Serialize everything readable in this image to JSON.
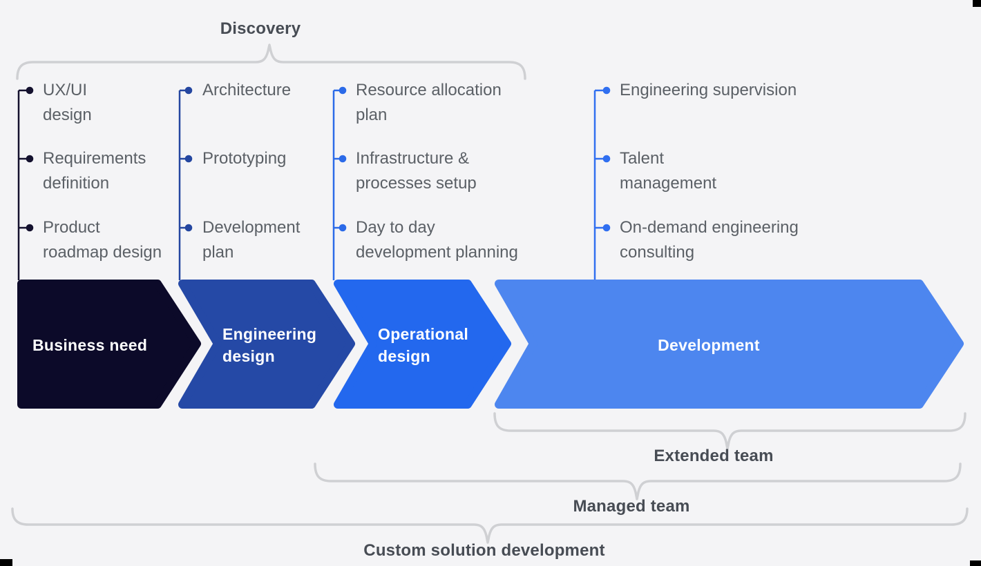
{
  "page": {
    "background": "#f4f4f6",
    "brace_color": "#cfd0d3",
    "item_text_color": "#5b6066",
    "label_text_color": "#474c54",
    "artifact_color": "#000000"
  },
  "discovery_label": "Discovery",
  "columns": [
    {
      "chevron_label": "Business need",
      "chevron_color": "#0c0a29",
      "connector_color": "#14112e",
      "items": [
        "UX/UI\ndesign",
        "Requirements\ndefinition",
        "Product\nroadmap design"
      ]
    },
    {
      "chevron_label": "Engineering\ndesign",
      "chevron_color": "#2549a6",
      "connector_color": "#2446a0",
      "items": [
        "Architecture",
        "Prototyping",
        "Development\nplan"
      ]
    },
    {
      "chevron_label": "Operational\ndesign",
      "chevron_color": "#2368ee",
      "connector_color": "#2b6ae8",
      "items": [
        "Resource allocation\nplan",
        "Infrastructure &\nprocesses setup",
        "Day to day\ndevelopment planning"
      ]
    },
    {
      "chevron_label": "Development",
      "chevron_color": "#4d86ef",
      "connector_color": "#306ff0",
      "items": [
        "Engineering supervision",
        "Talent\nmanagement",
        "On-demand engineering\nconsulting"
      ]
    }
  ],
  "bottom_braces": [
    {
      "label": "Extended team"
    },
    {
      "label": "Managed team"
    },
    {
      "label": "Custom solution development"
    }
  ]
}
